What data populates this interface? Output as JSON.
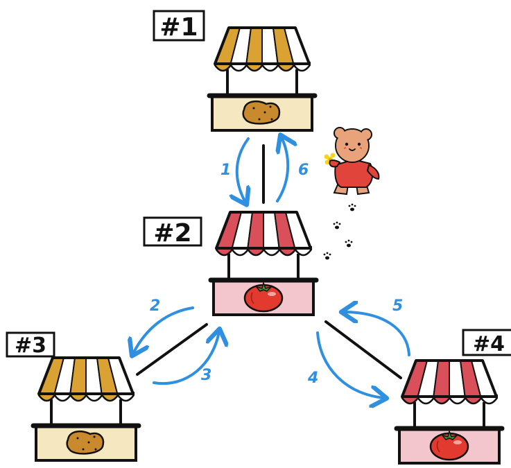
{
  "colors": {
    "ink": "#111111",
    "arrow": "#2f8fe0",
    "potato_stripe": "#d9a233",
    "potato_counter": "#f5e7bf",
    "potato": "#c98a2e",
    "tomato_stripe": "#d9505a",
    "tomato_counter": "#f3c6cd",
    "tomato": "#e23a2e",
    "leaf": "#3a9b3a",
    "bear": "#e9a37b",
    "shirt": "#e0443a",
    "flower": "#f7d417"
  },
  "stalls": [
    {
      "id": "s1",
      "label": "#1",
      "produce": "potato"
    },
    {
      "id": "s2",
      "label": "#2",
      "produce": "tomato"
    },
    {
      "id": "s3",
      "label": "#3",
      "produce": "potato"
    },
    {
      "id": "s4",
      "label": "#4",
      "produce": "tomato"
    }
  ],
  "connections": [
    {
      "from": "#1",
      "to": "#2"
    },
    {
      "from": "#2",
      "to": "#3"
    },
    {
      "from": "#2",
      "to": "#4"
    }
  ],
  "steps": [
    {
      "label": "1",
      "from": "#1",
      "to": "#2"
    },
    {
      "label": "2",
      "from": "#2",
      "to": "#3"
    },
    {
      "label": "3",
      "from": "#3",
      "to": "#2"
    },
    {
      "label": "4",
      "from": "#2",
      "to": "#4"
    },
    {
      "label": "5",
      "from": "#4",
      "to": "#2"
    },
    {
      "label": "6",
      "from": "#2",
      "to": "#1"
    }
  ],
  "character": {
    "icon": "bear-icon"
  }
}
